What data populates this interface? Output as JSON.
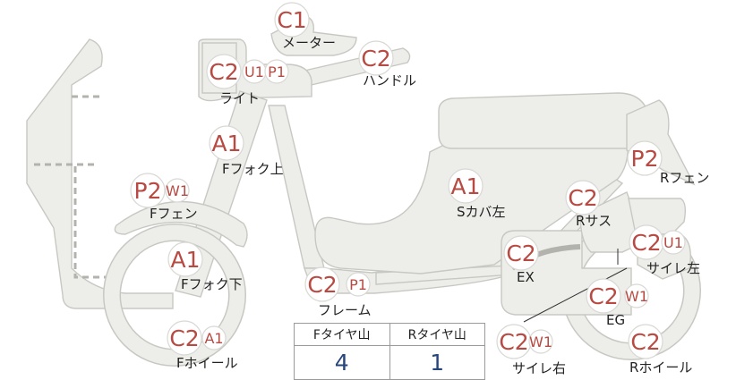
{
  "parts": [
    {
      "id": "meter",
      "label": "メーター",
      "grades": [
        "C1"
      ]
    },
    {
      "id": "handle",
      "label": "ハンドル",
      "grades": [
        "C2"
      ]
    },
    {
      "id": "light",
      "label": "ライト",
      "grades": [
        "C2",
        "U1",
        "P1"
      ]
    },
    {
      "id": "ffork-upper",
      "label": "Fフォク上",
      "grades": [
        "A1"
      ]
    },
    {
      "id": "ffender",
      "label": "Fフェン",
      "grades": [
        "P2",
        "W1"
      ]
    },
    {
      "id": "ffork-lower",
      "label": "Fフォク下",
      "grades": [
        "A1"
      ]
    },
    {
      "id": "fwheel",
      "label": "Fホイール",
      "grades": [
        "C2",
        "A1"
      ]
    },
    {
      "id": "frame",
      "label": "フレーム",
      "grades": [
        "C2",
        "P1"
      ]
    },
    {
      "id": "scover-left",
      "label": "Sカバ左",
      "grades": [
        "A1"
      ]
    },
    {
      "id": "rfender",
      "label": "Rフェン",
      "grades": [
        "P2"
      ]
    },
    {
      "id": "rsus",
      "label": "Rサス",
      "grades": [
        "C2"
      ]
    },
    {
      "id": "ex",
      "label": "EX",
      "grades": [
        "C2"
      ]
    },
    {
      "id": "silencer-left",
      "label": "サイレ左",
      "grades": [
        "C2",
        "U1"
      ]
    },
    {
      "id": "eg",
      "label": "EG",
      "grades": [
        "C2",
        "W1"
      ]
    },
    {
      "id": "silencer-right",
      "label": "サイレ右",
      "grades": [
        "C2",
        "W1"
      ]
    },
    {
      "id": "rwheel",
      "label": "Rホイール",
      "grades": [
        "C2"
      ]
    }
  ],
  "tire_table": {
    "headers": [
      "Fタイヤ山",
      "Rタイヤ山"
    ],
    "values": [
      "4",
      "1"
    ]
  },
  "colors": {
    "grade_text": "#b74a42",
    "part_fill": "#ededea",
    "part_stroke": "#c8c8c3",
    "table_value": "#27457a"
  }
}
